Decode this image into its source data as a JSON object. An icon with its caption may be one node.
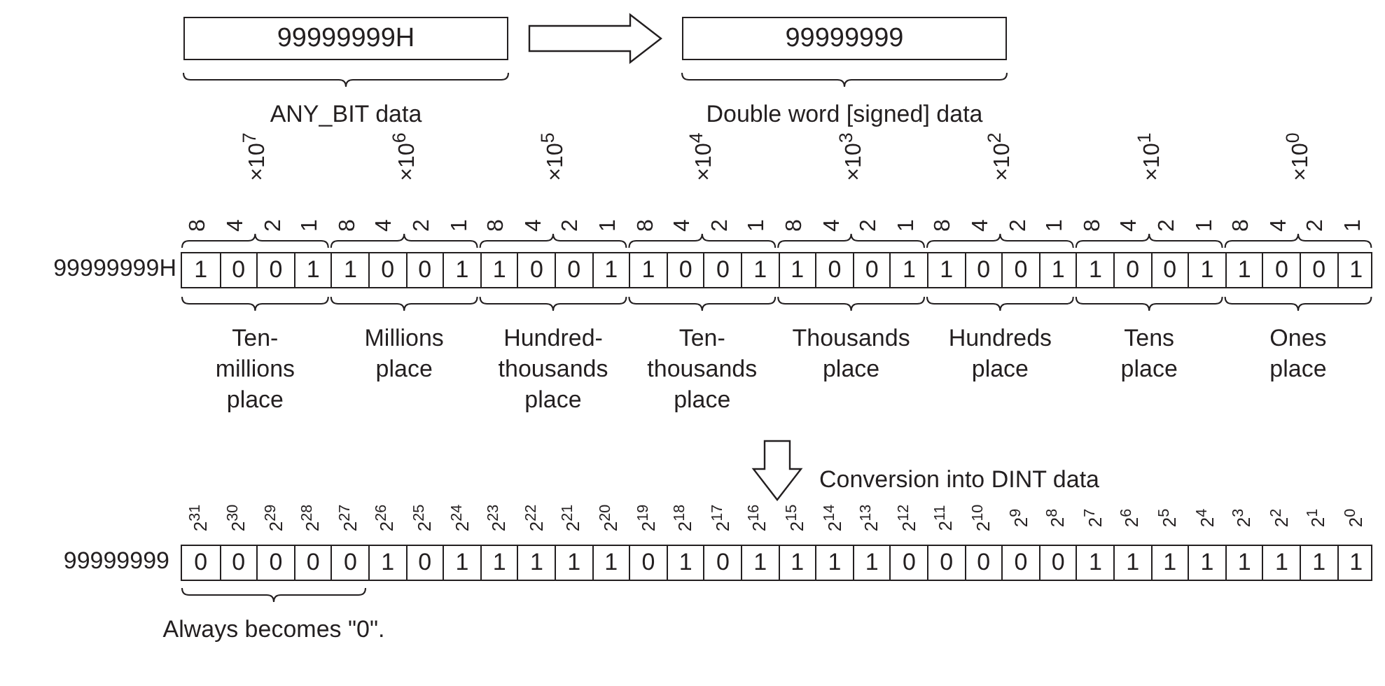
{
  "diagram": {
    "nodes": [
      {
        "text": [
          "99999999H"
        ],
        "beside": [
          "ANY_BIT data"
        ]
      },
      {
        "text": [
          "99999999"
        ],
        "beside": [
          "Double word [signed] data"
        ]
      },
      {
        "text": [],
        "shape": "bar",
        "beside": [
          "99999999H"
        ]
      },
      {
        "text": [],
        "shape": "bar",
        "beside": [
          "99999999"
        ]
      }
    ],
    "edges": [
      {
        "from": 0,
        "to": 1,
        "arrow": "to"
      }
    ],
    "labels": [
      "×10$^{7}$",
      "×10$^{6}$",
      "×10$^{5}$",
      "×10$^{4}$",
      "×10$^{3}$",
      "×10$^{2}$",
      "×10$^{1}$",
      "×10$^{0}$",
      "8",
      "4",
      "2",
      "1",
      "8",
      "4",
      "2",
      "1",
      "8",
      "4",
      "2",
      "1",
      "8",
      "4",
      "2",
      "1",
      "8",
      "4",
      "2",
      "1",
      "8",
      "4",
      "2",
      "1",
      "8",
      "4",
      "2",
      "1",
      "8",
      "4",
      "2",
      "1",
      "1",
      "0",
      "0",
      "1",
      "1",
      "0",
      "0",
      "1",
      "1",
      "0",
      "0",
      "1",
      "1",
      "0",
      "0",
      "1",
      "1",
      "0",
      "0",
      "1",
      "1",
      "0",
      "0",
      "1",
      "1",
      "0",
      "0",
      "1",
      "1",
      "0",
      "0",
      "1",
      "Ten- millions place",
      "Millions place",
      "Hundred- thousands place",
      "Ten- thousands place",
      "Thousands place",
      "Hundreds place",
      "Tens place",
      "Ones place",
      "Conversion into DINT data",
      "2$^{31}$",
      "2$^{30}$",
      "2$^{29}$",
      "2$^{28}$",
      "2$^{27}$",
      "2$^{26}$",
      "2$^{25}$",
      "2$^{24}$",
      "2$^{23}$",
      "2$^{22}$",
      "2$^{21}$",
      "2$^{20}$",
      "2$^{19}$",
      "2$^{18}$",
      "2$^{17}$",
      "2$^{16}$",
      "2$^{15}$",
      "2$^{14}$",
      "2$^{13}$",
      "2$^{12}$",
      "2$^{11}$",
      "2$^{10}$",
      "2$^{9}$",
      "2$^{8}$",
      "2$^{7}$",
      "2$^{6}$",
      "2$^{5}$",
      "2$^{4}$",
      "2$^{3}$",
      "2$^{2}$",
      "2$^{1}$",
      "2$^{0}$",
      "0",
      "0",
      "0",
      "0",
      "0",
      "1",
      "0",
      "1",
      "1",
      "1",
      "1",
      "1",
      "0",
      "1",
      "0",
      "1",
      "1",
      "1",
      "1",
      "0",
      "0",
      "0",
      "0",
      "0",
      "1",
      "1",
      "1",
      "1",
      "1",
      "1",
      "1",
      "1",
      "Always becomes \"0\"."
    ]
  }
}
